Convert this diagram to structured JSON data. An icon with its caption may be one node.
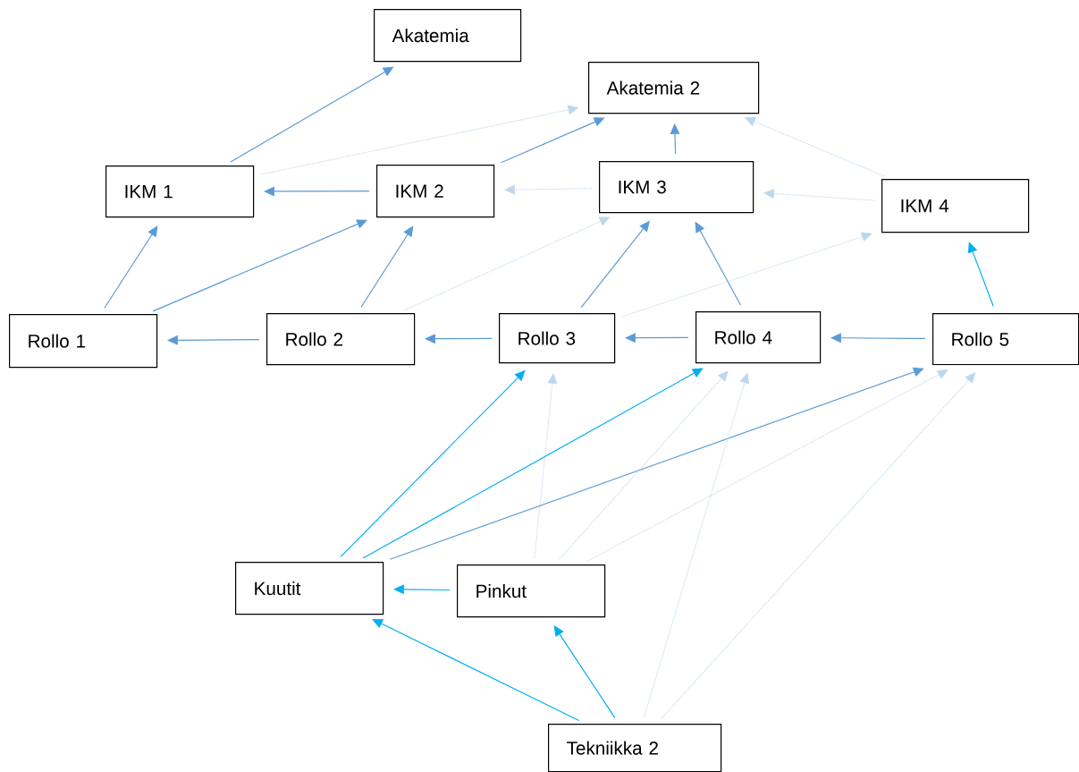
{
  "diagram": {
    "nodes": [
      {
        "text": [
          "Akatemia"
        ]
      },
      {
        "text": [
          "Akatemia 2"
        ]
      },
      {
        "text": [
          "IKM 1"
        ]
      },
      {
        "text": [
          "IKM 2"
        ]
      },
      {
        "text": [
          "IKM 3"
        ]
      },
      {
        "text": [
          "IKM 4"
        ]
      },
      {
        "text": [
          "Rollo 1"
        ]
      },
      {
        "text": [
          "Rollo 2"
        ]
      },
      {
        "text": [
          "Rollo 3"
        ]
      },
      {
        "text": [
          "Rollo 4"
        ]
      },
      {
        "text": [
          "Rollo 5"
        ]
      },
      {
        "text": [
          "Kuutit"
        ]
      },
      {
        "text": [
          "Pinkut"
        ]
      },
      {
        "text": [
          "Tekniikka 2"
        ]
      }
    ],
    "edges": [
      {
        "from": 2,
        "to": 0,
        "arrow": "to"
      },
      {
        "from": 2,
        "to": 1,
        "arrow": "to",
        "style": "dashed",
        "color": "#bdd7ee"
      },
      {
        "from": 3,
        "to": 1,
        "arrow": "to"
      },
      {
        "from": 4,
        "to": 1,
        "arrow": "to"
      },
      {
        "from": 5,
        "to": 1,
        "arrow": "to",
        "style": "dashed",
        "color": "#bdd7ee"
      },
      {
        "from": 3,
        "to": 2,
        "arrow": "to"
      },
      {
        "from": 4,
        "to": 3,
        "arrow": "to",
        "style": "dashed",
        "color": "#bdd7ee"
      },
      {
        "from": 5,
        "to": 4,
        "arrow": "to",
        "style": "dashed",
        "color": "#bdd7ee"
      },
      {
        "from": 6,
        "to": 2,
        "arrow": "to"
      },
      {
        "from": 6,
        "to": 3,
        "arrow": "to"
      },
      {
        "from": 7,
        "to": 3,
        "arrow": "to"
      },
      {
        "from": 7,
        "to": 4,
        "arrow": "to",
        "style": "dashed",
        "color": "#bdd7ee"
      },
      {
        "from": 8,
        "to": 4,
        "arrow": "to"
      },
      {
        "from": 8,
        "to": 5,
        "arrow": "to",
        "style": "dashed",
        "color": "#bdd7ee"
      },
      {
        "from": 9,
        "to": 4,
        "arrow": "to"
      },
      {
        "from": 10,
        "to": 5,
        "arrow": "to",
        "color": "#00b0f0"
      },
      {
        "from": 7,
        "to": 6,
        "arrow": "to"
      },
      {
        "from": 8,
        "to": 7,
        "arrow": "to"
      },
      {
        "from": 9,
        "to": 8,
        "arrow": "to"
      },
      {
        "from": 10,
        "to": 9,
        "arrow": "to"
      },
      {
        "from": 11,
        "to": 8,
        "arrow": "to",
        "color": "#00b0f0"
      },
      {
        "from": 11,
        "to": 9,
        "arrow": "to",
        "color": "#00b0f0"
      },
      {
        "from": 11,
        "to": 10,
        "arrow": "to"
      },
      {
        "from": 12,
        "to": 8,
        "arrow": "to",
        "style": "dashed",
        "color": "#bdd7ee"
      },
      {
        "from": 12,
        "to": 9,
        "arrow": "to",
        "style": "dashed",
        "color": "#bdd7ee"
      },
      {
        "from": 12,
        "to": 10,
        "arrow": "to",
        "style": "dashed",
        "color": "#bdd7ee"
      },
      {
        "from": 12,
        "to": 11,
        "arrow": "to",
        "color": "#00b0f0"
      },
      {
        "from": 13,
        "to": 11,
        "arrow": "to",
        "color": "#00b0f0"
      },
      {
        "from": 13,
        "to": 12,
        "arrow": "to",
        "color": "#00b0f0"
      },
      {
        "from": 13,
        "to": 9,
        "arrow": "to",
        "style": "dashed",
        "color": "#bdd7ee"
      },
      {
        "from": 13,
        "to": 10,
        "arrow": "to",
        "style": "dashed",
        "color": "#bdd7ee"
      }
    ]
  }
}
